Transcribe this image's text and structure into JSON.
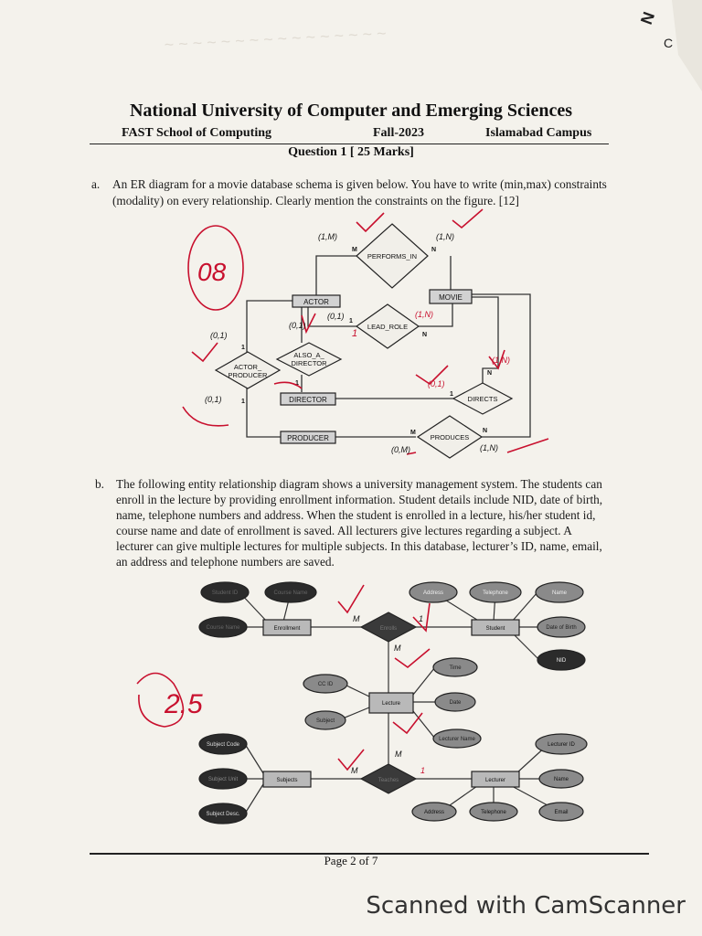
{
  "header": {
    "university": "National University of Computer and Emerging Sciences",
    "school": "FAST School of Computing",
    "term": "Fall-2023",
    "campus": "Islamabad Campus",
    "question": "Question 1 [ 25 Marks]"
  },
  "part_a": {
    "label": "a.",
    "line1": "An ER diagram for a movie database schema is given below. You have to write (min,max) constraints",
    "line2": "(modality) on every relationship. Clearly mention the constraints on the figure. [12]"
  },
  "part_b": {
    "label": "b.",
    "lines": [
      "The following entity relationship diagram shows a university management system. The students can",
      "enroll in the lecture by providing enrollment information. Student details include NID, date of birth,",
      "name, telephone numbers and address. When the student is enrolled in a lecture, his/her student id,",
      "course name and date of enrollment is saved. All lecturers give lectures regarding a subject. A",
      "lecturer can give multiple lectures for multiple subjects. In this database, lecturer’s ID, name, email,",
      "an address and telephone numbers are saved."
    ]
  },
  "diagram_a": {
    "entities": [
      "ACTOR",
      "MOVIE",
      "DIRECTOR",
      "PRODUCER"
    ],
    "relationships": [
      "PERFORMS_IN",
      "LEAD_ROLE",
      "ALSO_A_DIRECTOR",
      "ACTOR_PRODUCER",
      "DIRECTS",
      "PRODUCES"
    ],
    "also_a_director_lines": [
      "ALSO_A_",
      "DIRECTOR"
    ],
    "actor_producer_lines": [
      "ACTOR_",
      "PRODUCER"
    ],
    "cardinalities": [
      "M",
      "N",
      "1",
      "N",
      "1",
      "1",
      "1",
      "1",
      "N",
      "M",
      "N"
    ],
    "annotations": [
      "(1,M)",
      "(1,N)",
      "(0,1)",
      "(1,N)",
      "(0,1)",
      "(0,1)",
      "(0,1)",
      "(0,1)",
      "(1,N)",
      "(0,M)",
      "(1,N)",
      "1"
    ],
    "grade": "08"
  },
  "diagram_b": {
    "entities": [
      "Enrollment",
      "Student",
      "Lecture",
      "Subjects",
      "Lecturer"
    ],
    "relationships": [
      "Enrolls",
      "Teaches"
    ],
    "attributes_student": [
      "Address",
      "Telephone",
      "Name",
      "Date of Birth",
      "NID"
    ],
    "attributes_enrollment": [
      "Student ID",
      "Course Name",
      "Course Name"
    ],
    "attributes_lecture": [
      "CC ID",
      "Subject",
      "Time",
      "Date",
      "Lecturer Name"
    ],
    "attributes_subjects": [
      "Subject Code",
      "Subject Unit",
      "Subject Desc."
    ],
    "attributes_lecturer": [
      "Lecturer ID",
      "Name",
      "Address",
      "Telephone",
      "Email"
    ],
    "cardinalities": [
      "M",
      "1",
      "M",
      "M",
      "1"
    ],
    "grade": "2.5"
  },
  "footer": {
    "page": "Page 2 of 7"
  },
  "watermark": "Scanned with CamScanner",
  "colors": {
    "ink": "#1a1a1a",
    "red_pen": "#c8102e",
    "paper": "#f4f2ec"
  }
}
